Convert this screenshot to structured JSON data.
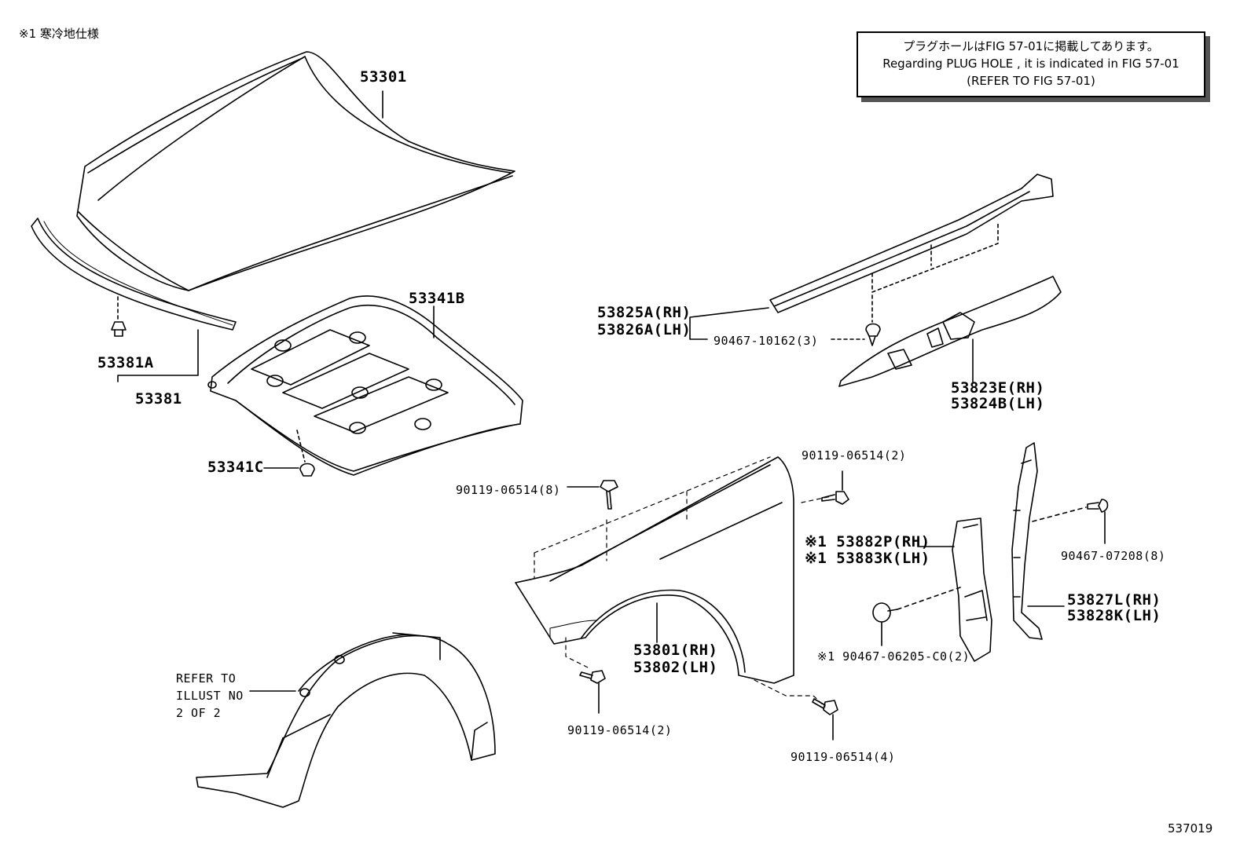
{
  "note": {
    "corner": "※1 寒冷地仕様",
    "line1": "プラグホールはFIG 57-01に掲載してあります。",
    "line2": "Regarding PLUG HOLE , it is indicated in FIG 57-01",
    "line3": "(REFER TO FIG 57-01)"
  },
  "figure_id": "537019",
  "labels": {
    "p53301": "53301",
    "p53341B": "53341B",
    "p53381A": "53381A",
    "p53381": "53381",
    "p53341C": "53341C",
    "p53825A": "53825A(RH)",
    "p53826A": "53826A(LH)",
    "p90467_10162": "90467-10162(3)",
    "p53823E": "53823E(RH)",
    "p53824B": "53824B(LH)",
    "p90119_a": "90119-06514(2)",
    "p90119_8": "90119-06514(8)",
    "p53882P": "※1 53882P(RH)",
    "p53883K": "※1 53883K(LH)",
    "p90467_07208": "90467-07208(8)",
    "p53827L": "53827L(RH)",
    "p53828K": "53828K(LH)",
    "p53801": "53801(RH)",
    "p53802": "53802(LH)",
    "p90467_06205": "※1 90467-06205-C0(2)",
    "p90119_b": "90119-06514(2)",
    "p90119_4": "90119-06514(4)",
    "refer1": "REFER TO",
    "refer2": "ILLUST NO",
    "refer3": "2 OF 2"
  }
}
